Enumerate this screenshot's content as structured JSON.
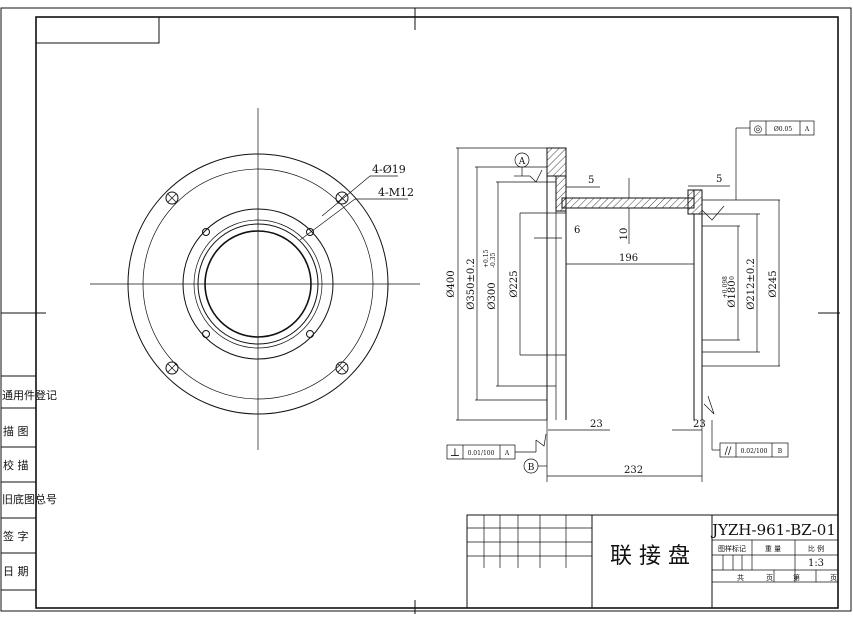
{
  "drawing": {
    "number": "JYZH-961-BZ-01",
    "part_name": "联 接 盘",
    "scale": "1:3",
    "title_header": [
      "图样标记",
      "重 量",
      "比 例"
    ],
    "sheet_labels": [
      "共",
      "页",
      "第",
      "页"
    ]
  },
  "side_labels": [
    "通用件登记",
    "描 图",
    "校 描",
    "旧底图总号",
    "签 字",
    "日 期"
  ],
  "top_view": {
    "callout_holes": "4-Ø19",
    "callout_threads": "4-M12"
  },
  "section_view": {
    "dims": {
      "d400": "Ø400",
      "d350": "Ø350±0.2",
      "d300": "Ø300",
      "d300_tol_upper": "+0.15",
      "d300_tol_lower": "-0.35",
      "d225": "Ø225",
      "d180": "Ø180",
      "d180_tol_upper": "+0.098",
      "d180_tol_lower": "0",
      "d212": "Ø212±0.2",
      "d245": "Ø245",
      "w5_left": "5",
      "w5_right": "5",
      "w6": "6",
      "h10": "10",
      "l196": "196",
      "l23_left": "23",
      "l23_right": "23",
      "l232": "232"
    },
    "datums": {
      "datum_a": "A",
      "datum_b": "B"
    },
    "tolerances": {
      "concentricity_symbol": "◎",
      "concentricity_value": "Ø0.05",
      "concentricity_ref": "A",
      "perpendicularity_symbol": "⊥",
      "perpendicularity_value": "0.01/100",
      "perpendicularity_ref": "A",
      "parallelism_symbol": "//",
      "parallelism_value": "0.02/100",
      "parallelism_ref": "B"
    }
  }
}
